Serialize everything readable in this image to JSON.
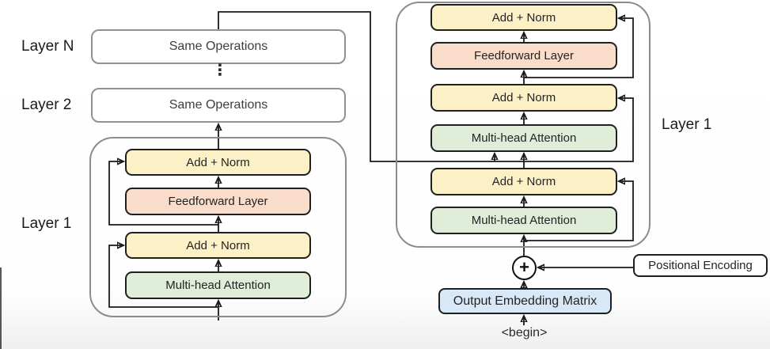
{
  "colors": {
    "add_norm_fill": "#FBF0C6",
    "feedforward_fill": "#F9DCC9",
    "attention_fill": "#DFEDD9",
    "embedding_fill": "#D9E8F7",
    "box_border": "#1F1F1F",
    "container_border": "#8C8C8C",
    "line": "#1A1A1A"
  },
  "encoder": {
    "layer_n_label": "Layer N",
    "layer_2_label": "Layer 2",
    "layer_1_label": "Layer 1",
    "ellipsis": "⋮",
    "layer_n_box": "Same Operations",
    "layer_2_box": "Same Operations",
    "blocks": [
      {
        "label": "Add + Norm"
      },
      {
        "label": "Feedforward Layer"
      },
      {
        "label": "Add + Norm"
      },
      {
        "label": "Multi-head Attention"
      }
    ]
  },
  "decoder": {
    "layer_1_label": "Layer 1",
    "blocks": [
      {
        "label": "Add + Norm"
      },
      {
        "label": "Feedforward Layer"
      },
      {
        "label": "Add + Norm"
      },
      {
        "label": "Multi-head Attention"
      },
      {
        "label": "Add + Norm"
      },
      {
        "label": "Multi-head Attention"
      }
    ]
  },
  "io": {
    "plus_symbol": "+",
    "positional_encoding_label": "Positional Encoding",
    "output_embedding_label": "Output Embedding Matrix",
    "begin_token": "<begin>"
  }
}
